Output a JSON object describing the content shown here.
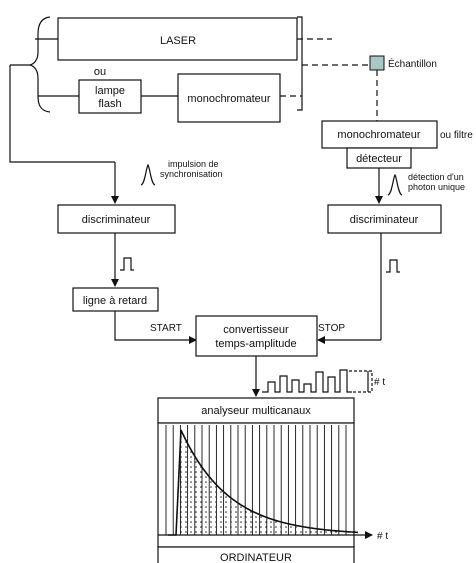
{
  "labels": {
    "laser": "LASER",
    "ou": "ou",
    "lampe_l1": "lampe",
    "lampe_l2": "flash",
    "monochromateur_left": "monochromateur",
    "echantillon": "Échantillon",
    "monochromateur_right": "monochromateur",
    "ou_filtre": "ou filtre",
    "detecteur": "détecteur",
    "sync_l1": "impulsion de",
    "sync_l2": "synchronisation",
    "photon_l1": "détection d'un",
    "photon_l2": "photon unique",
    "discriminateur_left": "discriminateur",
    "discriminateur_right": "discriminateur",
    "ligne_retard": "ligne à retard",
    "start": "START",
    "stop": "STOP",
    "tac_l1": "convertisseur",
    "tac_l2": "temps-amplitude",
    "pulse_count": "# t",
    "analyseur": "analyseur multicanaux",
    "axis_t": "# t",
    "ordinateur": "ORDINATEUR"
  },
  "colors": {
    "sample": "#a9c7c4",
    "line": "#111111"
  }
}
